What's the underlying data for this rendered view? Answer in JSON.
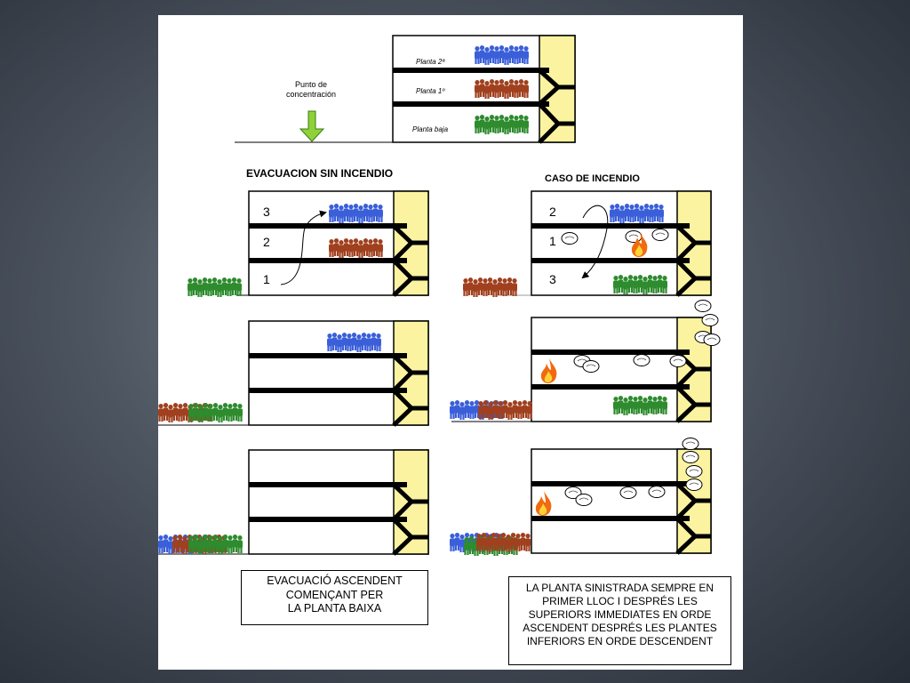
{
  "top": {
    "floor_labels": [
      "Planta 2ª",
      "Planta 1º",
      "Planta baja"
    ],
    "concentration_label": [
      "Punto de",
      "concentración"
    ]
  },
  "headings": {
    "left": "EVACUACION SIN INCENDIO",
    "right": "CASO DE INCENDIO"
  },
  "left_order": [
    "3",
    "2",
    "1"
  ],
  "right_order": [
    "2",
    "1",
    "3"
  ],
  "left_caption": [
    "EVACUACIÓ ASCENDENT",
    "COMENÇANT PER",
    "LA PLANTA BAIXA"
  ],
  "right_caption": [
    "LA PLANTA SINISTRADA SEMPRE EN",
    "PRIMER LLOC I DESPRÉS LES",
    "SUPERIORS IMMEDIATES EN ORDE",
    "ASCENDENT DESPRÉS LES PLANTES",
    "INFERIORS EN ORDE DESCENDENT"
  ],
  "colors": {
    "blue_group": "#3a5fd9",
    "brown_group": "#a0401e",
    "green_group": "#2e8b2e",
    "stair": "#fbf3a0",
    "arrow": "#8fd13a",
    "fire": "#f06a10"
  }
}
